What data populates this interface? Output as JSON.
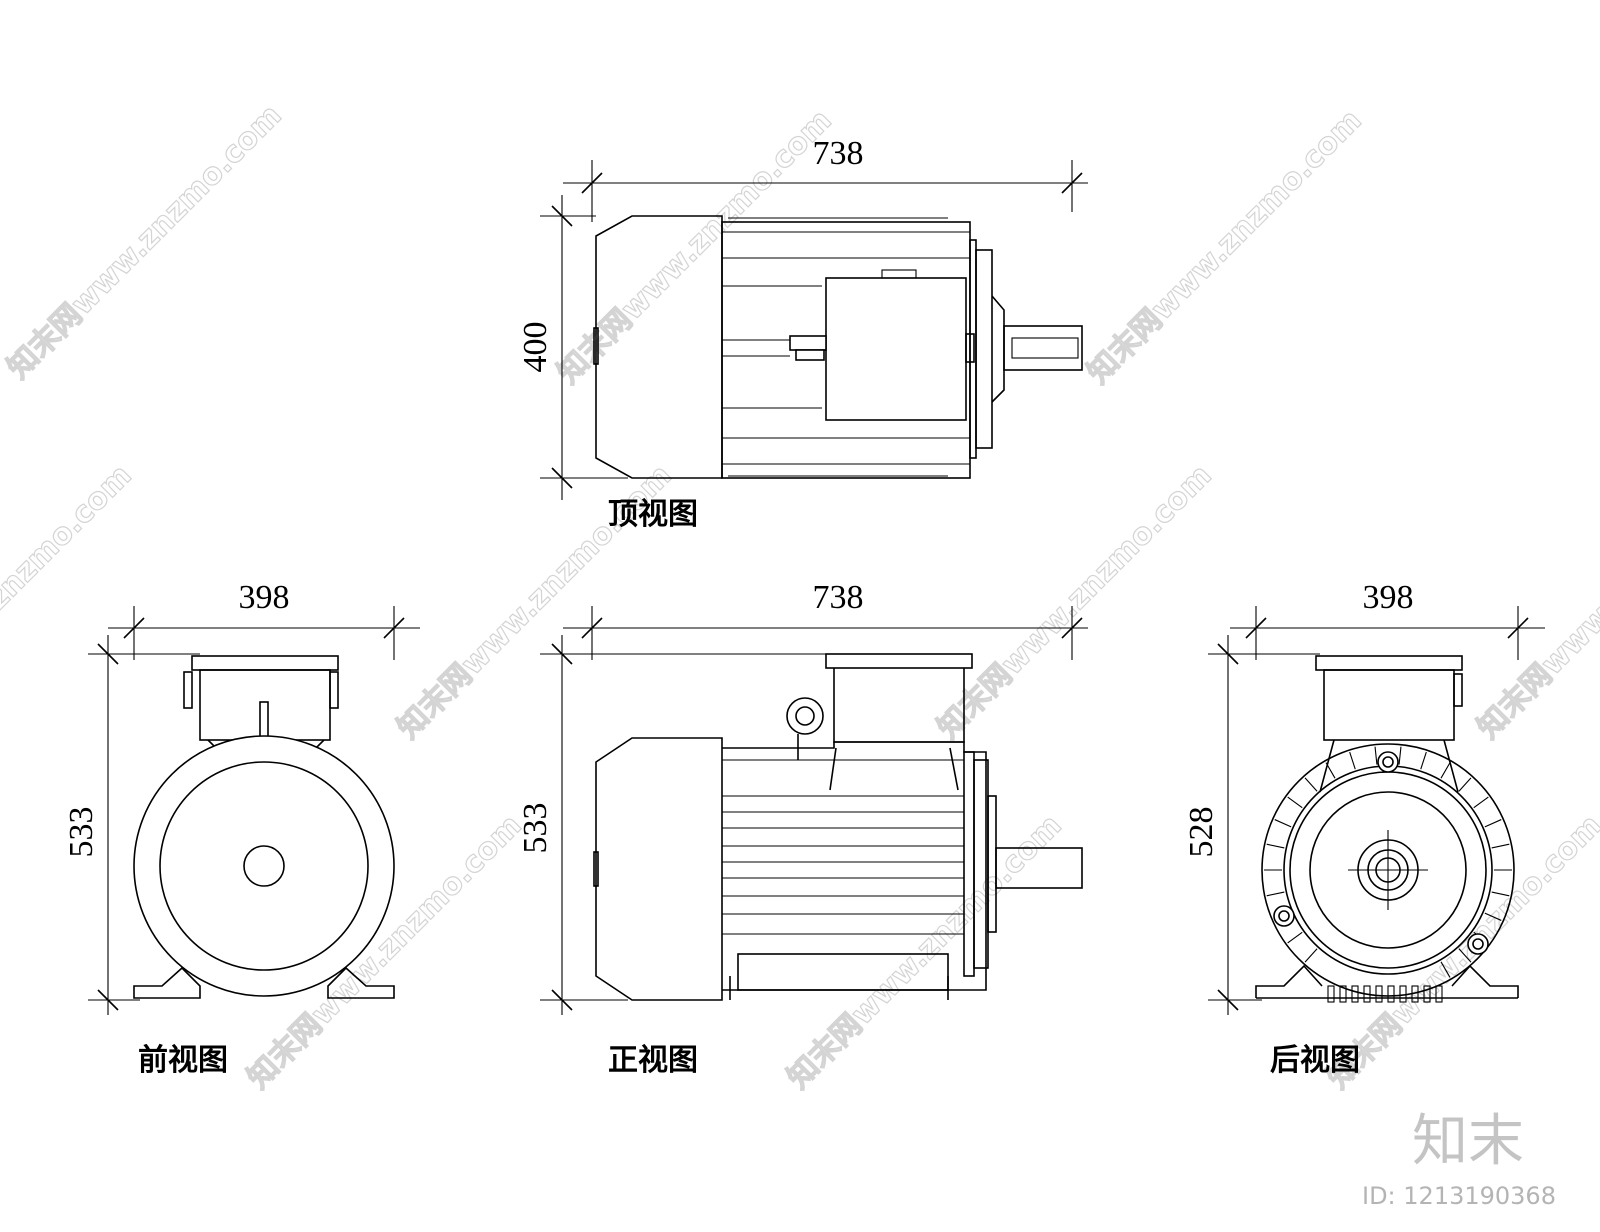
{
  "watermark": {
    "site": "知末网www.znzmo.com",
    "logo": "知末",
    "id_label": "ID: 1213190368"
  },
  "views": {
    "top": {
      "title": "顶视图",
      "dims": {
        "width": "738",
        "height": "400"
      }
    },
    "front": {
      "title": "前视图",
      "dims": {
        "width": "398",
        "height": "533"
      }
    },
    "main": {
      "title": "正视图",
      "dims": {
        "width": "738",
        "height": "533"
      }
    },
    "back": {
      "title": "后视图",
      "dims": {
        "width": "398",
        "height": "528"
      }
    }
  }
}
